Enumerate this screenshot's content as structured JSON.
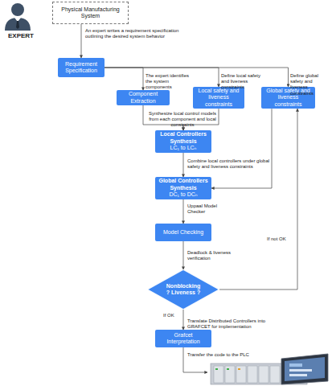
{
  "diagram": {
    "nodes": [
      {
        "text": [
          "Physical Manufacturing System"
        ]
      },
      {
        "text": [
          "Requirement Specification"
        ]
      },
      {
        "text": [
          "Component Extraction"
        ]
      },
      {
        "text": [
          "Local safety and liveness constraints"
        ]
      },
      {
        "text": [
          "Global safety and liveness constraints"
        ]
      },
      {
        "text": [
          "Local Controllers Synthesis",
          "LC₁ to LCₙ"
        ]
      },
      {
        "text": [
          "Global Controllers Synthesis",
          "DC₁ to DCₙ"
        ]
      },
      {
        "text": [
          "Model Checking"
        ]
      },
      {
        "text": [
          "Nonblocking ? Liveness ?"
        ]
      },
      {
        "text": [
          "Grafcet Interpretation"
        ]
      }
    ],
    "edges": [
      {
        "from": 0,
        "to": 1,
        "arrow": "to",
        "label": "An expert writes a requirement specification outlining the desired system behavior"
      },
      {
        "from": 1,
        "to": 2,
        "arrow": "to",
        "label": "The expert identifies the system components"
      },
      {
        "from": 1,
        "to": 3,
        "arrow": "to",
        "label": "Define local safety and liveness constraints"
      },
      {
        "from": 1,
        "to": 4,
        "arrow": "to",
        "label": "Define global safety and liveness constraints"
      },
      {
        "from": 2,
        "to": 5,
        "arrow": "to",
        "label": "Synthesize local control models from each component and local constraints"
      },
      {
        "from": 3,
        "to": 5,
        "arrow": "to"
      },
      {
        "from": 5,
        "to": 6,
        "arrow": "to",
        "label": "Combine local controllers under global safety and liveness constraints"
      },
      {
        "from": 4,
        "to": 6,
        "arrow": "to"
      },
      {
        "from": 6,
        "to": 7,
        "arrow": "to",
        "label": "Uppaal Model Checker"
      },
      {
        "from": 7,
        "to": 8,
        "arrow": "to",
        "label": "Deadlock & liveness verification"
      },
      {
        "from": 8,
        "to": 4,
        "arrow": "to",
        "label": "If not OK"
      },
      {
        "from": 8,
        "to": 9,
        "arrow": "to",
        "label": "If OK"
      }
    ],
    "labels": [
      "EXPERT",
      "Translate Distributed Controllers into GRAFCET for implementation",
      "Transfer the code to the PLC"
    ]
  }
}
